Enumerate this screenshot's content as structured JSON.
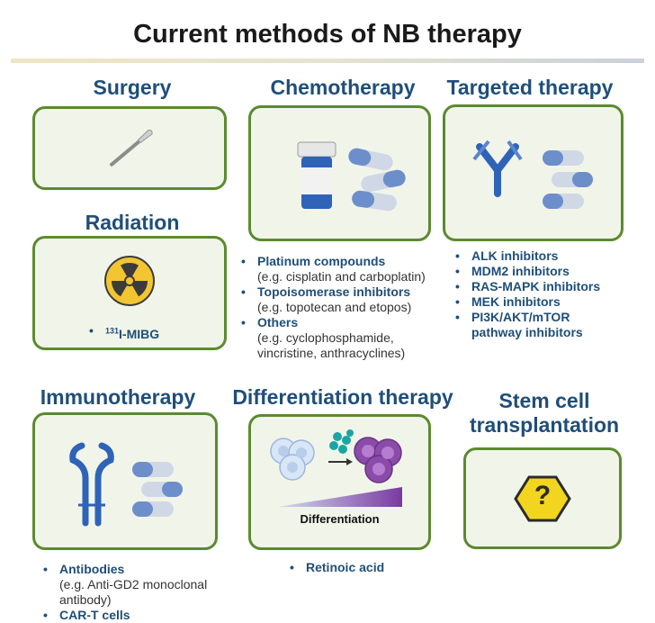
{
  "title": "Current methods of NB therapy",
  "headings": {
    "surgery": "Surgery",
    "chemotherapy": "Chemotherapy",
    "targeted": "Targeted therapy",
    "radiation": "Radiation",
    "immunotherapy": "Immunotherapy",
    "differentiation": "Differentiation therapy",
    "stem_line1": "Stem cell",
    "stem_line2": "transplantation"
  },
  "radiation": {
    "isotope_sup": "131",
    "isotope_rest": "I-MIBG"
  },
  "chemotherapy_items": [
    {
      "label": "Platinum compounds",
      "detail": "(e.g. cisplatin and carboplatin)"
    },
    {
      "label": "Topoisomerase inhibitors",
      "detail": "(e.g. topotecan and etopos)"
    },
    {
      "label": "Others",
      "detail_lines": [
        "(e.g. cyclophosphamide,",
        "vincristine, anthracyclines)"
      ]
    }
  ],
  "targeted_items": [
    "ALK inhibitors",
    "MDM2 inhibitors",
    "RAS-MAPK inhibitors",
    "MEK inhibitors",
    "PI3K/AKT/mTOR",
    "pathway inhibitors"
  ],
  "immunotherapy_items": {
    "antibodies": "Antibodies",
    "antibodies_detail": [
      "(e.g. Anti-GD2 monoclonal",
      "antibody)"
    ],
    "cart": "CAR-T cells"
  },
  "differentiation": {
    "bar_label": "Differentiation",
    "item": "Retinoic acid"
  },
  "stem_cell_symbol": "?",
  "icons": [
    "scalpel-icon",
    "pill-bottle-icon",
    "capsule-icon",
    "antibody-icon",
    "radiation-icon",
    "cell-icon",
    "question-hexagon-icon"
  ],
  "colors": {
    "heading": "#1f4e79",
    "box_border": "#5b8a2f",
    "box_fill": "#f1f5e9"
  }
}
